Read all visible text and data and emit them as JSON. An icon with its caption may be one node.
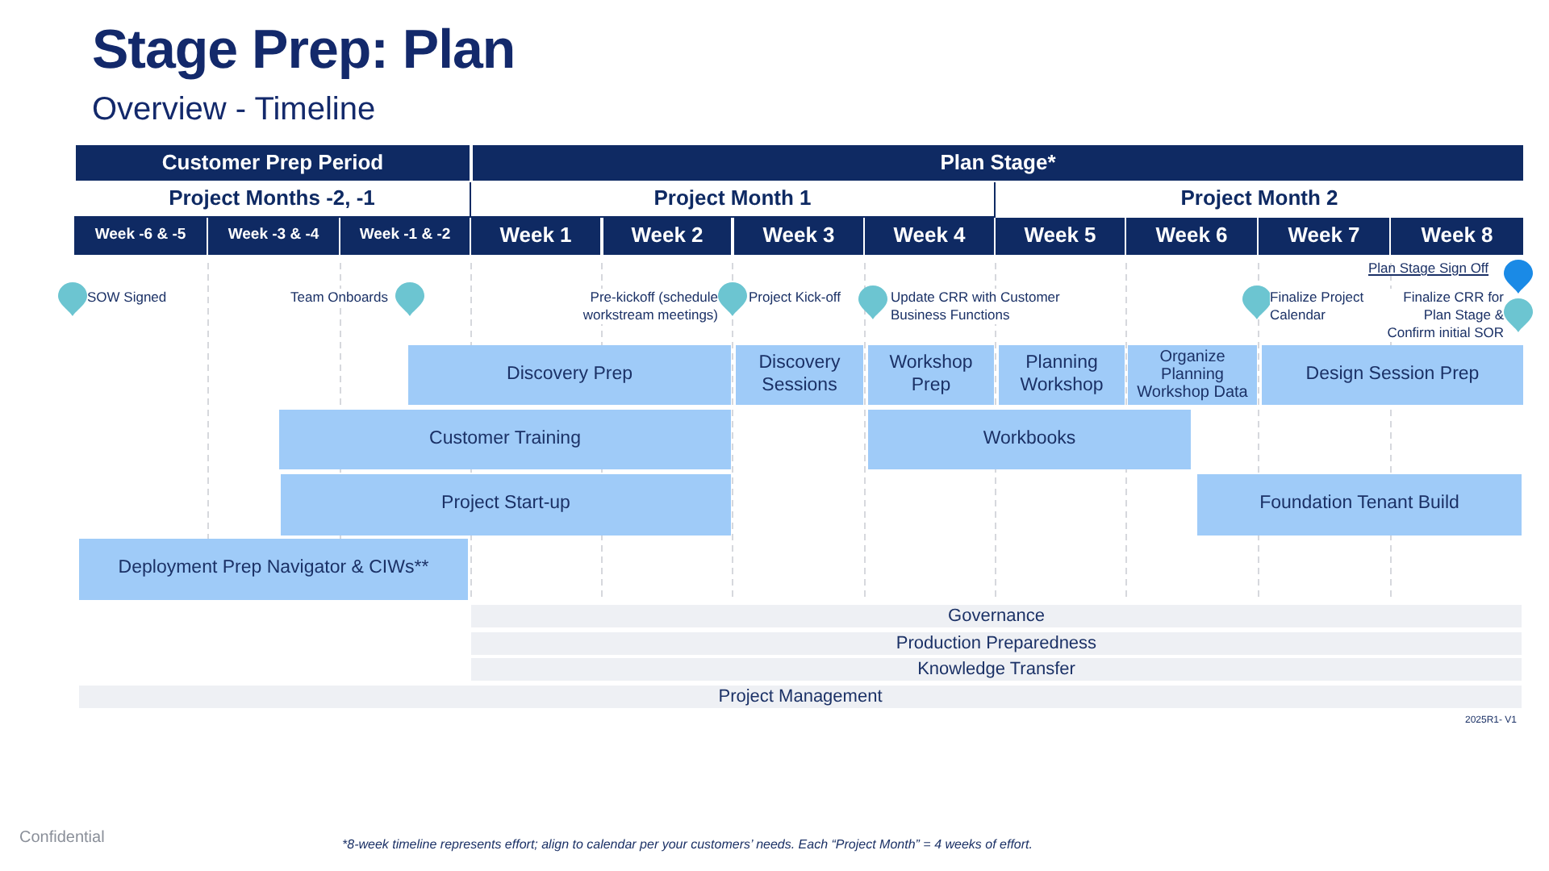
{
  "diagram": {
    "title": "Stage Prep: Plan",
    "nodes": [
      {
        "text": [
          "Customer Prep Period"
        ]
      },
      {
        "text": [
          "Plan Stage*"
        ]
      },
      {
        "text": [
          "Project Months -2, -1"
        ]
      },
      {
        "text": [
          "Project Month 1"
        ]
      },
      {
        "text": [
          "Project Month 2"
        ]
      },
      {
        "text": [
          "Week -6 & -5"
        ]
      },
      {
        "text": [
          "Week -3 & -4"
        ]
      },
      {
        "text": [
          "Week -1 & -2"
        ]
      },
      {
        "text": [
          "Week 1"
        ]
      },
      {
        "text": [
          "Week 2"
        ]
      },
      {
        "text": [
          "Week 3"
        ]
      },
      {
        "text": [
          "Week 4"
        ]
      },
      {
        "text": [
          "Week 5"
        ]
      },
      {
        "text": [
          "Week 6"
        ]
      },
      {
        "text": [
          "Week 7"
        ]
      },
      {
        "text": [
          "Week 8"
        ]
      },
      {
        "text": [
          "Discovery Prep"
        ]
      },
      {
        "text": [
          "Discovery Sessions"
        ]
      },
      {
        "text": [
          "Workshop Prep"
        ]
      },
      {
        "text": [
          "Planning Workshop"
        ]
      },
      {
        "text": [
          "Organize Planning Workshop Data"
        ]
      },
      {
        "text": [
          "Design Session Prep"
        ]
      },
      {
        "text": [
          "Customer Training"
        ]
      },
      {
        "text": [
          "Workbooks"
        ]
      },
      {
        "text": [
          "Project Start-up"
        ]
      },
      {
        "text": [
          "Foundation Tenant Build"
        ]
      },
      {
        "text": [
          "Deployment Prep Navigator & CIWs**"
        ]
      },
      {
        "text": [
          "Governance"
        ]
      },
      {
        "text": [
          "Production Preparedness"
        ]
      },
      {
        "text": [
          "Knowledge Transfer"
        ]
      },
      {
        "text": [
          "Project Management"
        ]
      }
    ],
    "labels": [
      "Overview - Timeline",
      "Plan Stage Sign Off",
      "SOW Signed",
      "Team Onboards",
      "Pre-kickoff (schedule workstream meetings)",
      "Project Kick-off",
      "Update CRR with Customer Business Functions",
      "Finalize Project Calendar",
      "Finalize CRR for Plan Stage & Confirm initial SOR",
      "2025R1- V1",
      "Confidential",
      "*8-week timeline represents effort; align to calendar per your customers’ needs. Each “Project Month” = 4 weeks of effort."
    ]
  }
}
